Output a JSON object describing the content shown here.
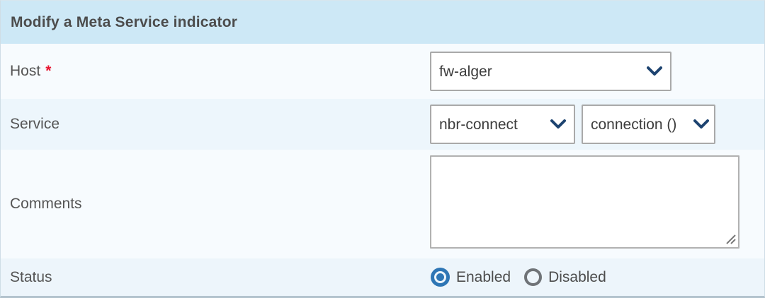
{
  "header": {
    "title": "Modify a Meta Service indicator"
  },
  "fields": {
    "host": {
      "label": "Host",
      "required_marker": "*",
      "selected_value": "fw-alger"
    },
    "service": {
      "label": "Service",
      "service_selected_value": "nbr-connect",
      "metric_selected_value": "connection ()"
    },
    "comments": {
      "label": "Comments",
      "value": ""
    },
    "status": {
      "label": "Status",
      "selected": "Enabled",
      "options": [
        {
          "label": "Enabled",
          "selected": true
        },
        {
          "label": "Disabled",
          "selected": false
        }
      ]
    }
  },
  "icons": {
    "select_chevron": "chevron-down-icon",
    "textarea_resize": "resize-handle-icon"
  },
  "colors": {
    "header_bg": "#cde8f6",
    "row_light": "#f7fbfe",
    "row_alt": "#edf6fc",
    "label_text": "#555555",
    "header_text": "#4c4c4c",
    "required_red": "#e8132f",
    "select_border": "#a9a9a9",
    "chevron_navy": "#1d4370",
    "radio_blue": "#2e76b5",
    "radio_gray": "#6f7377",
    "bottom_border": "#b3c3cd"
  }
}
